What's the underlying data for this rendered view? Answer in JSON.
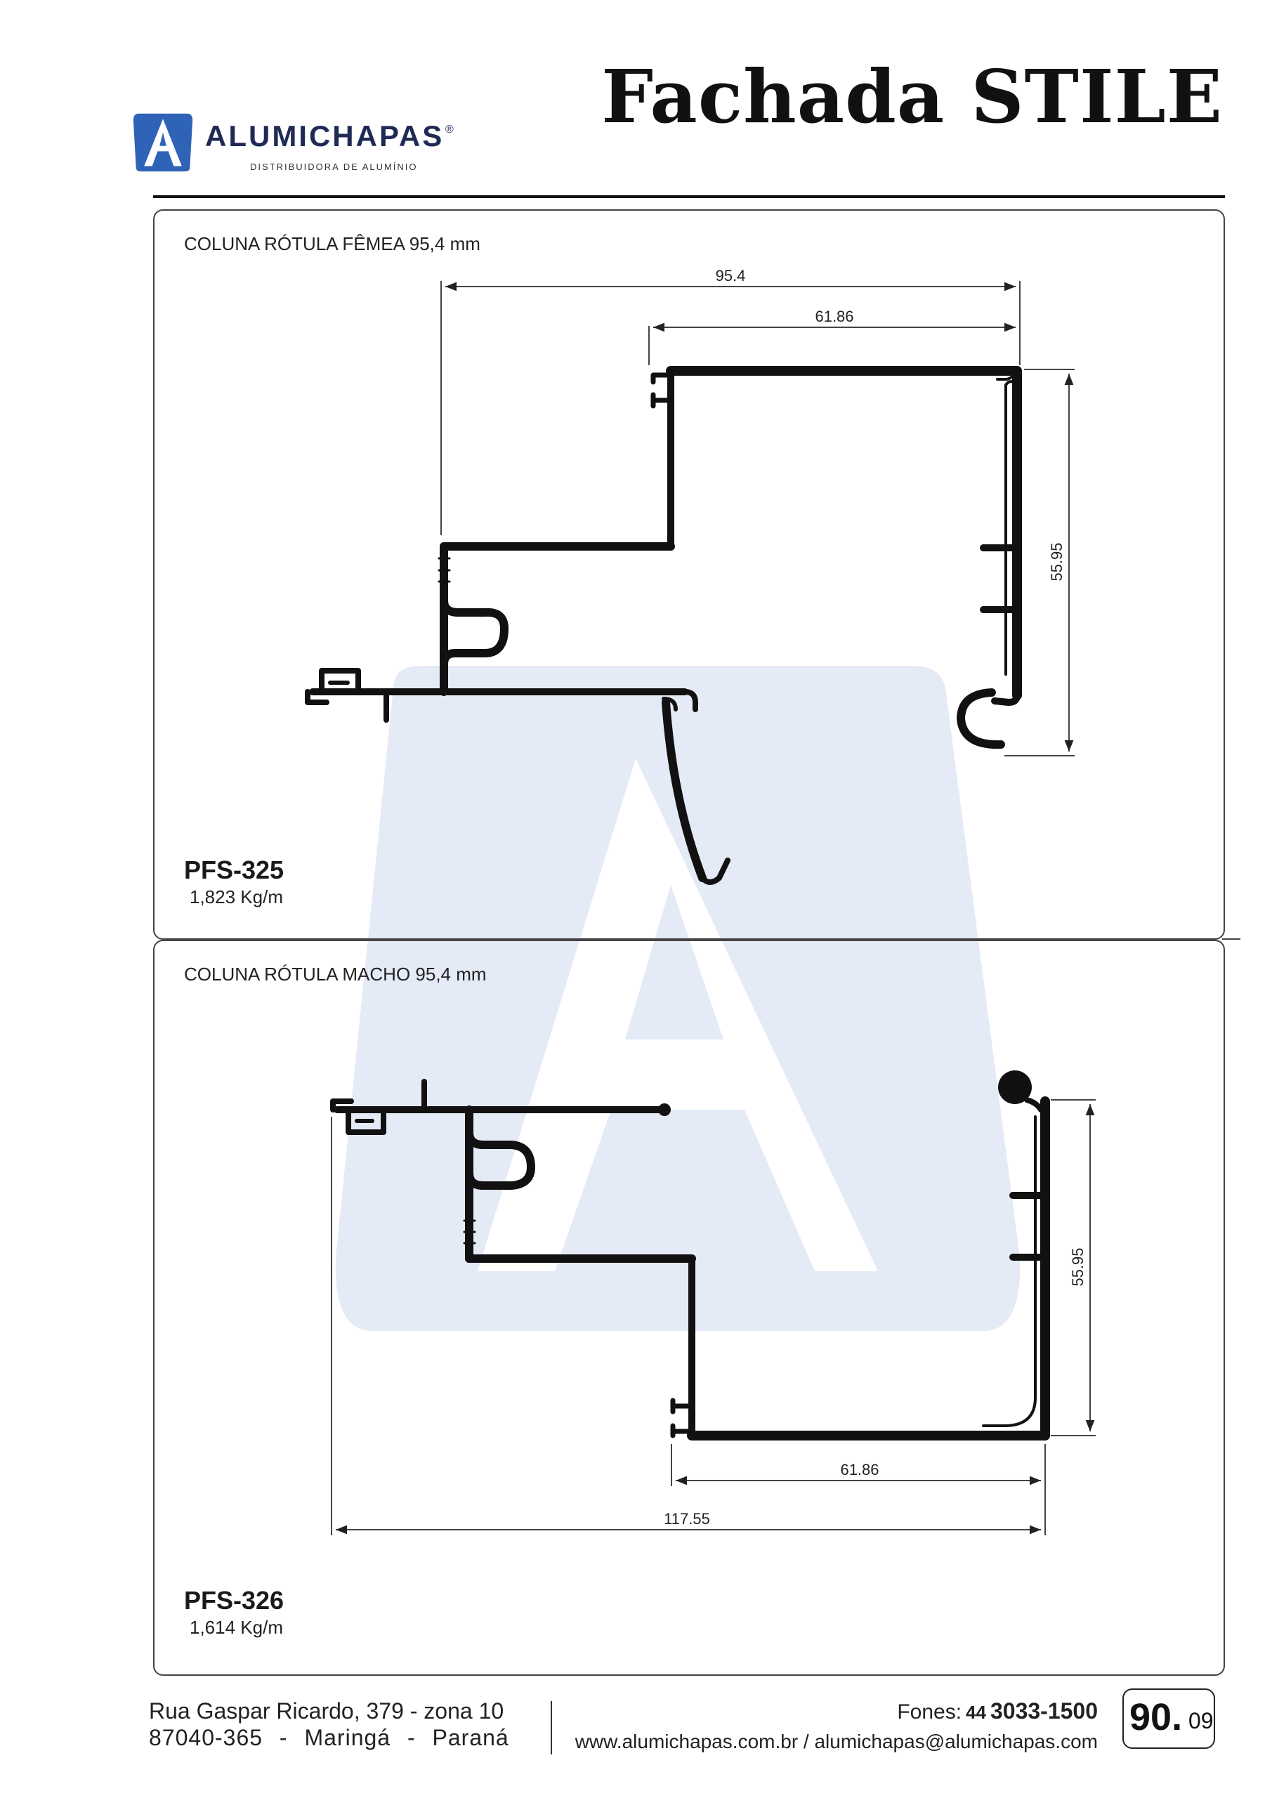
{
  "brand": {
    "name": "ALUMICHAPAS",
    "reg": "®",
    "tagline": "DISTRIBUIDORA DE ALUMÍNIO",
    "logo_letter": "A",
    "color": "#2f63b8"
  },
  "document": {
    "title": "Fachada STILE"
  },
  "profiles": [
    {
      "title": "COLUNA RÓTULA FÊMEA 95,4 mm",
      "code": "PFS-325",
      "weight": "1,823 Kg/m",
      "dimensions": {
        "total_width": "95.4",
        "body_width": "61.86",
        "height": "55.95"
      }
    },
    {
      "title": "COLUNA RÓTULA MACHO 95,4 mm",
      "code": "PFS-326",
      "weight": "1,614 Kg/m",
      "dimensions": {
        "body_width": "61.86",
        "total_width": "117.55",
        "height": "55.95"
      }
    }
  ],
  "footer": {
    "address_line1": "Rua Gaspar Ricardo, 379 - zona 10",
    "address_line2": "87040-365 - Maringá - Paraná",
    "phones_label": "Fones:",
    "phones_area": "44",
    "phones_number": "3033-1500",
    "web": "www.alumichapas.com.br / alumichapas@alumichapas.com",
    "page_main": "90.",
    "page_sub": "09"
  },
  "colors": {
    "watermark": "#e3e9f6",
    "ink": "#111111"
  },
  "icons": {
    "logo": "alumichapas-logo-icon",
    "watermark": "alumichapas-watermark-icon"
  }
}
